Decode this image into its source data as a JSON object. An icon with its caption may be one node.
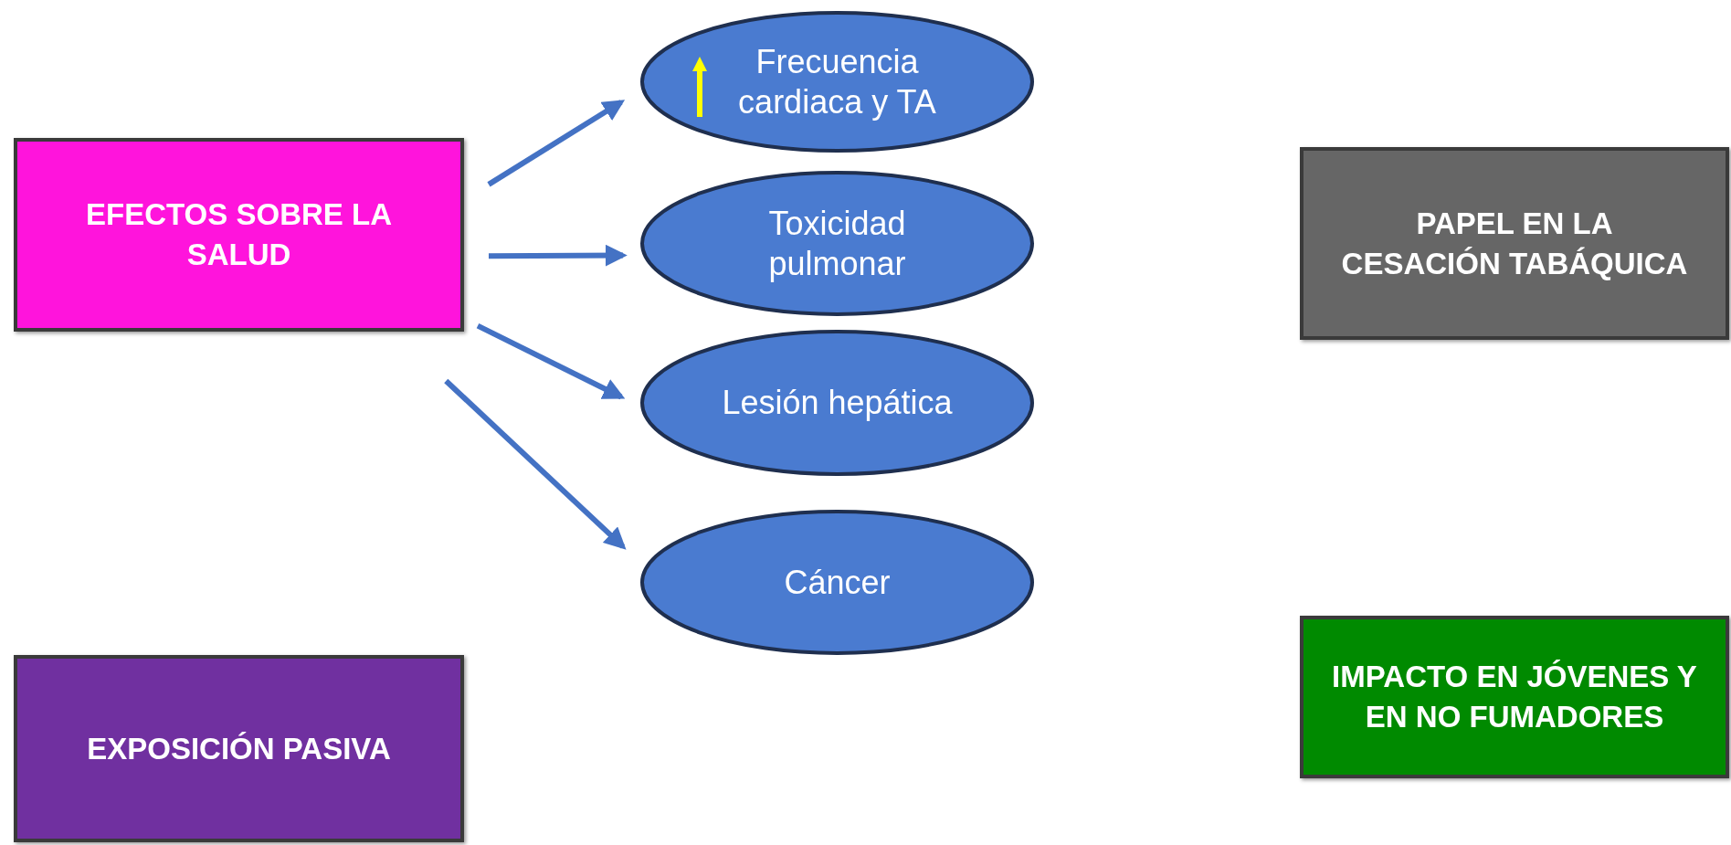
{
  "diagram": {
    "nodes": [
      {
        "text": [
          "EFECTOS SOBRE LA SALUD"
        ]
      },
      {
        "text": [
          "Frecuencia cardiaca y TA"
        ]
      },
      {
        "text": [
          "Toxicidad pulmonar"
        ]
      },
      {
        "text": [
          "Lesión hepática"
        ]
      },
      {
        "text": [
          "Cáncer"
        ]
      },
      {
        "text": [
          "EXPOSICIÓN PASIVA"
        ]
      },
      {
        "text": [
          "PAPEL EN LA CESACIÓN TABÁQUICA"
        ]
      },
      {
        "text": [
          "IMPACTO EN JÓVENES Y EN NO FUMADORES"
        ]
      }
    ],
    "edges": [
      {
        "from": 0,
        "to": 1,
        "arrow": "to"
      },
      {
        "from": 0,
        "to": 2,
        "arrow": "to"
      },
      {
        "from": 0,
        "to": 3,
        "arrow": "to"
      },
      {
        "from": 0,
        "to": 4,
        "arrow": "to"
      }
    ]
  }
}
